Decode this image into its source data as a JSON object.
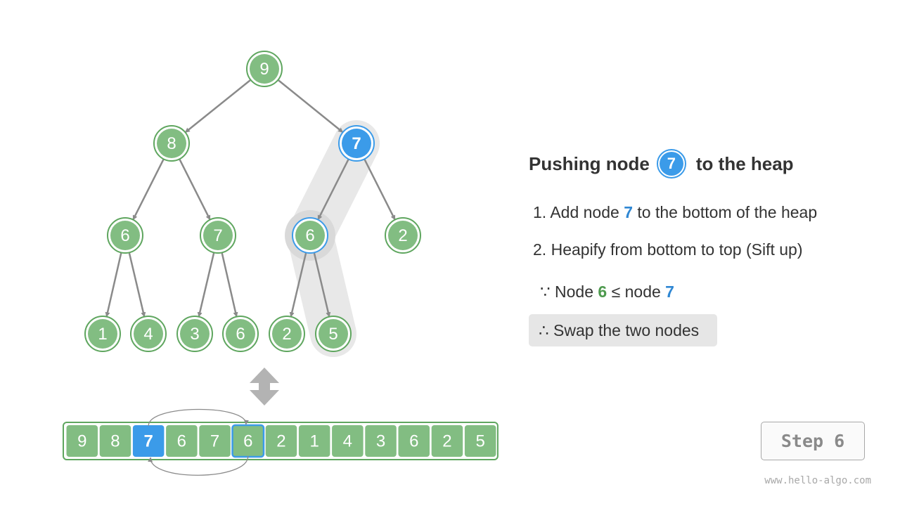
{
  "title": {
    "prefix": "Pushing node",
    "node": "7",
    "suffix": "to the heap"
  },
  "steps": {
    "step1": {
      "num": "1.",
      "pre": "Add node",
      "value": "7",
      "post": "to the bottom of the heap"
    },
    "step2": {
      "num": "2.",
      "text": "Heapify from bottom to top (Sift up)"
    }
  },
  "condition": {
    "symbol": "∵",
    "pre": "Node",
    "a": "6",
    "op": "≤",
    "mid": "node",
    "b": "7"
  },
  "result": {
    "symbol": "∴",
    "text": "Swap the two nodes"
  },
  "step_button": "Step 6",
  "footer": "www.hello-algo.com",
  "colors": {
    "green": "#82bd82",
    "green_border": "#5fa65f",
    "blue": "#3b9be9",
    "edge": "#8a8a8a",
    "highlight": "#e8e8e8"
  },
  "tree": {
    "nodes": [
      {
        "id": 0,
        "value": "9",
        "state": "normal"
      },
      {
        "id": 1,
        "value": "8",
        "state": "normal"
      },
      {
        "id": 2,
        "value": "7",
        "state": "new"
      },
      {
        "id": 3,
        "value": "6",
        "state": "normal"
      },
      {
        "id": 4,
        "value": "7",
        "state": "normal"
      },
      {
        "id": 5,
        "value": "6",
        "state": "compare"
      },
      {
        "id": 6,
        "value": "2",
        "state": "normal"
      },
      {
        "id": 7,
        "value": "1",
        "state": "normal"
      },
      {
        "id": 8,
        "value": "4",
        "state": "normal"
      },
      {
        "id": 9,
        "value": "3",
        "state": "normal"
      },
      {
        "id": 10,
        "value": "6",
        "state": "normal"
      },
      {
        "id": 11,
        "value": "2",
        "state": "normal"
      },
      {
        "id": 12,
        "value": "5",
        "state": "normal"
      }
    ],
    "edges": [
      [
        0,
        1
      ],
      [
        0,
        2
      ],
      [
        1,
        3
      ],
      [
        1,
        4
      ],
      [
        2,
        5
      ],
      [
        2,
        6
      ],
      [
        3,
        7
      ],
      [
        3,
        8
      ],
      [
        4,
        9
      ],
      [
        4,
        10
      ],
      [
        5,
        11
      ],
      [
        5,
        12
      ]
    ],
    "highlight_path": [
      2,
      5,
      12
    ]
  },
  "array": {
    "items": [
      "9",
      "8",
      "7",
      "6",
      "7",
      "6",
      "2",
      "1",
      "4",
      "3",
      "6",
      "2",
      "5"
    ],
    "states": [
      "normal",
      "normal",
      "new",
      "normal",
      "normal",
      "compare",
      "normal",
      "normal",
      "normal",
      "normal",
      "normal",
      "normal",
      "normal"
    ],
    "swap": [
      2,
      5
    ]
  }
}
